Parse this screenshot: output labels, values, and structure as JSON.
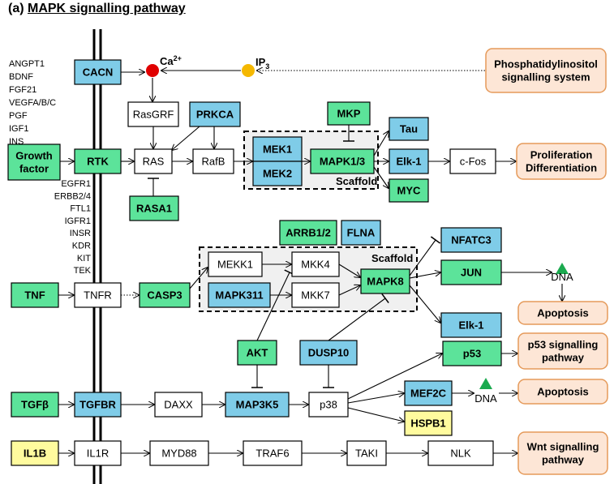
{
  "title": {
    "prefix": "(a) ",
    "main": "MAPK signalling pathway"
  },
  "colors": {
    "green": "#5CE39A",
    "blue": "#7FCCE8",
    "yellow": "#FFFB9E",
    "white": "#FFFFFF",
    "orange_fill": "#FDE6D6",
    "orange_stroke": "#E59A5A",
    "ca_dot": "#E00000",
    "ip3_dot": "#F5B800",
    "dna_triangle": "#1BAA4F"
  },
  "ligands": [
    "ANGPT1",
    "BDNF",
    "FGF21",
    "VEGFA/B/C",
    "PGF",
    "IGF1",
    "INS"
  ],
  "receptors": [
    "EGFR1",
    "ERBB2/4",
    "FTL1",
    "IGFR1",
    "INSR",
    "KDR",
    "KIT",
    "TEK"
  ],
  "nodes": {
    "cacn": "CACN",
    "ca": "Ca",
    "ca_sup": "2+",
    "ip3": "IP",
    "ip3_sub": "3",
    "phos": [
      "Phosphatidylinositol",
      "signalling system"
    ],
    "rasgrf": "RasGRF",
    "prkca": "PRKCA",
    "mkp": "MKP",
    "tau": "Tau",
    "growth": [
      "Growth",
      "factor"
    ],
    "rtk": "RTK",
    "ras": "RAS",
    "rafb": "RafB",
    "mek1": "MEK1",
    "mek2": "MEK2",
    "mapk13": "MAPK1/3",
    "scaffold1": "Scaffold",
    "elk1_top": "Elk-1",
    "cfos": "c-Fos",
    "prolif": [
      "Proliferation",
      "Differentiation"
    ],
    "myc": "MYC",
    "rasa1": "RASA1",
    "arrb": "ARRB1/2",
    "flna": "FLNA",
    "nfatc3": "NFATC3",
    "scaffold2": "Scaffold",
    "tnf": "TNF",
    "tnfr": "TNFR",
    "casp3": "CASP3",
    "mekk1": "MEKK1",
    "mkk4": "MKK4",
    "mapk311": "MAPK311",
    "mkk7": "MKK7",
    "mapk8": "MAPK8",
    "jun": "JUN",
    "dna1": "DNA",
    "apop1": "Apoptosis",
    "elk1_bottom": "Elk-1",
    "akt": "AKT",
    "dusp10": "DUSP10",
    "p53": "p53",
    "p53path": [
      "p53 signalling",
      "pathway"
    ],
    "tgfb": "TGFβ",
    "tgfbr": "TGFBR",
    "daxx": "DAXX",
    "map3k5": "MAP3K5",
    "p38": "p38",
    "mef2c": "MEF2C",
    "dna2": "DNA",
    "apop2": "Apoptosis",
    "hspb1": "HSPB1",
    "il1b": "IL1B",
    "il1r": "IL1R",
    "myd88": "MYD88",
    "traf6": "TRAF6",
    "taki": "TAKI",
    "nlk": "NLK",
    "wnt": [
      "Wnt signalling",
      "pathway"
    ]
  }
}
